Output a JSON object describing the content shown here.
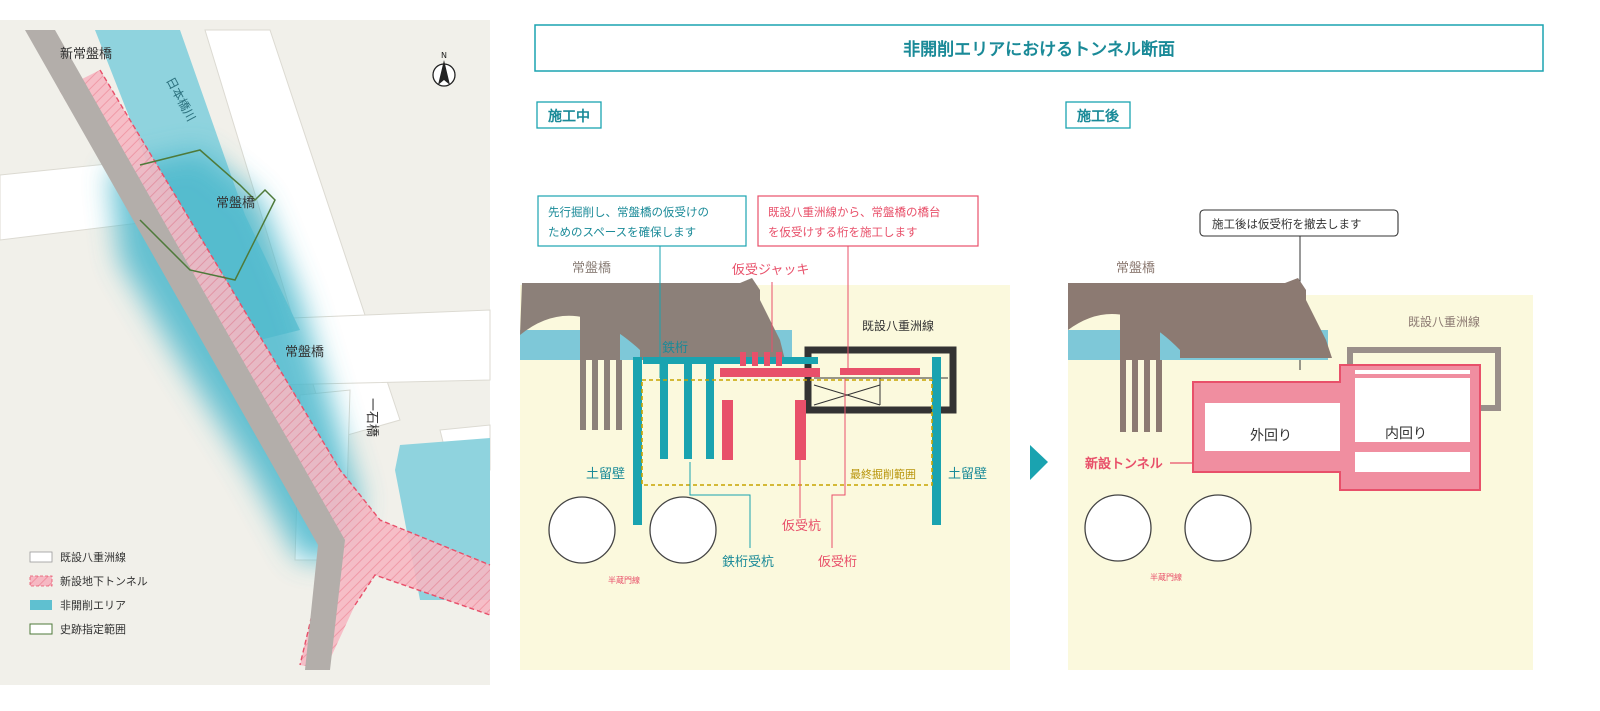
{
  "map": {
    "labels": {
      "shin_tokiwa_bashi": "新常盤橋",
      "nihonbashi_river": "日本橋川",
      "tokiwa_bashi_top": "常盤橋",
      "tokiwa_bashi_mid": "常盤橋",
      "ikkoku_bashi": "一石橋",
      "north": "N"
    },
    "legend": [
      {
        "label": "既設八重洲線",
        "swatch": "existing-route"
      },
      {
        "label": "新設地下トンネル",
        "swatch": "new-tunnel"
      },
      {
        "label": "非開削エリア",
        "swatch": "non-excavation"
      },
      {
        "label": "史跡指定範囲",
        "swatch": "historic-site"
      }
    ]
  },
  "title": "非開削エリアにおけるトンネル断面",
  "during": {
    "tag": "施工中",
    "note1": [
      "先行掘削し、常盤橋の仮受けの",
      "ためのスペースを確保します"
    ],
    "note2": [
      "既設八重洲線から、常盤橋の橋台",
      "を仮受けする桁を施工します"
    ],
    "labels": {
      "tokiwa_bashi": "常盤橋",
      "jack": "仮受ジャッキ",
      "existing": "既設八重洲線",
      "steel_beam": "鉄桁",
      "wall_left": "土留壁",
      "wall_right": "土留壁",
      "final_range": "最終掘削範囲",
      "temp_pile": "仮受杭",
      "beam_pile": "鉄桁受杭",
      "temp_girder": "仮受桁",
      "hanzomon": "半蔵門線"
    }
  },
  "after": {
    "tag": "施工後",
    "note": "施工後は仮受桁を撤去します",
    "labels": {
      "tokiwa_bashi": "常盤橋",
      "existing": "既設八重洲線",
      "outer": "外回り",
      "inner": "内回り",
      "new_tunnel": "新設トンネル",
      "hanzomon": "半蔵門線"
    }
  },
  "colors": {
    "teal": "#1aa3b0",
    "pink": "#e8506a",
    "pink_fill": "#f4a0b0",
    "cream": "#fbf9dd",
    "water": "#7ec8d8",
    "bridge": "#8c7a72",
    "dark": "#333333"
  }
}
